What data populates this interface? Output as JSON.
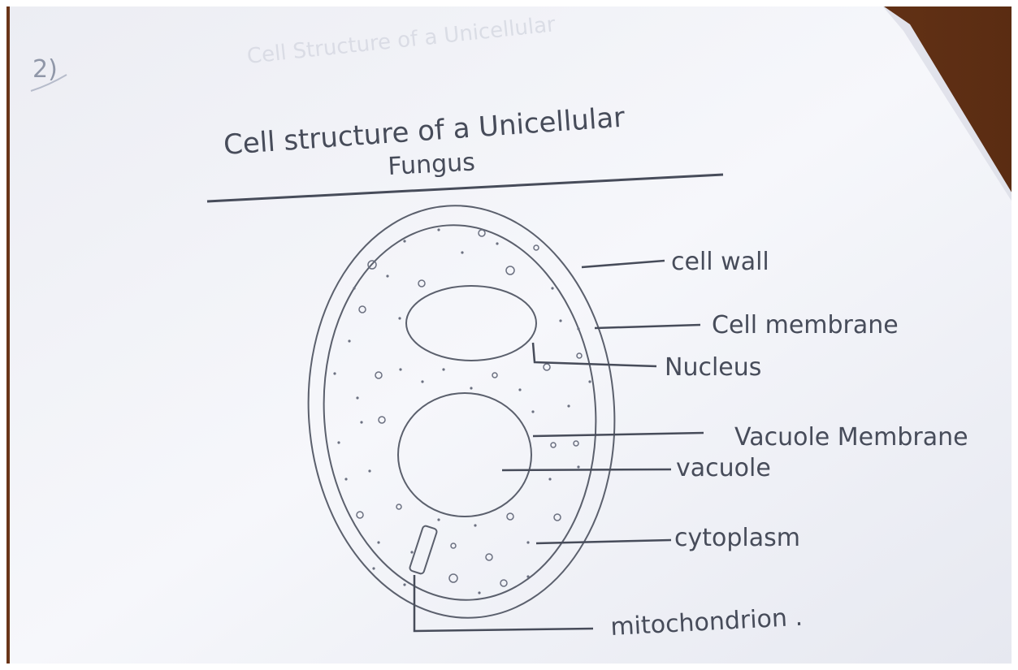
{
  "page": {
    "question_number": "2)",
    "ghost_text": "Cell Structure of a Unicellular",
    "title_line1": "Cell structure of a Unicellular",
    "title_line2": "Fungus"
  },
  "labels": {
    "cell_wall": "cell wall",
    "cell_membrane": "Cell membrane",
    "nucleus": "Nucleus",
    "vacuole_membrane": "Vacuole Membrane",
    "vacuole": "vacuole",
    "cytoplasm": "cytoplasm",
    "mitochondrion": "mitochondrion ."
  },
  "colors": {
    "pencil": "#474c5a",
    "paper": "#f1f2f7",
    "desk": "#6a3518"
  }
}
